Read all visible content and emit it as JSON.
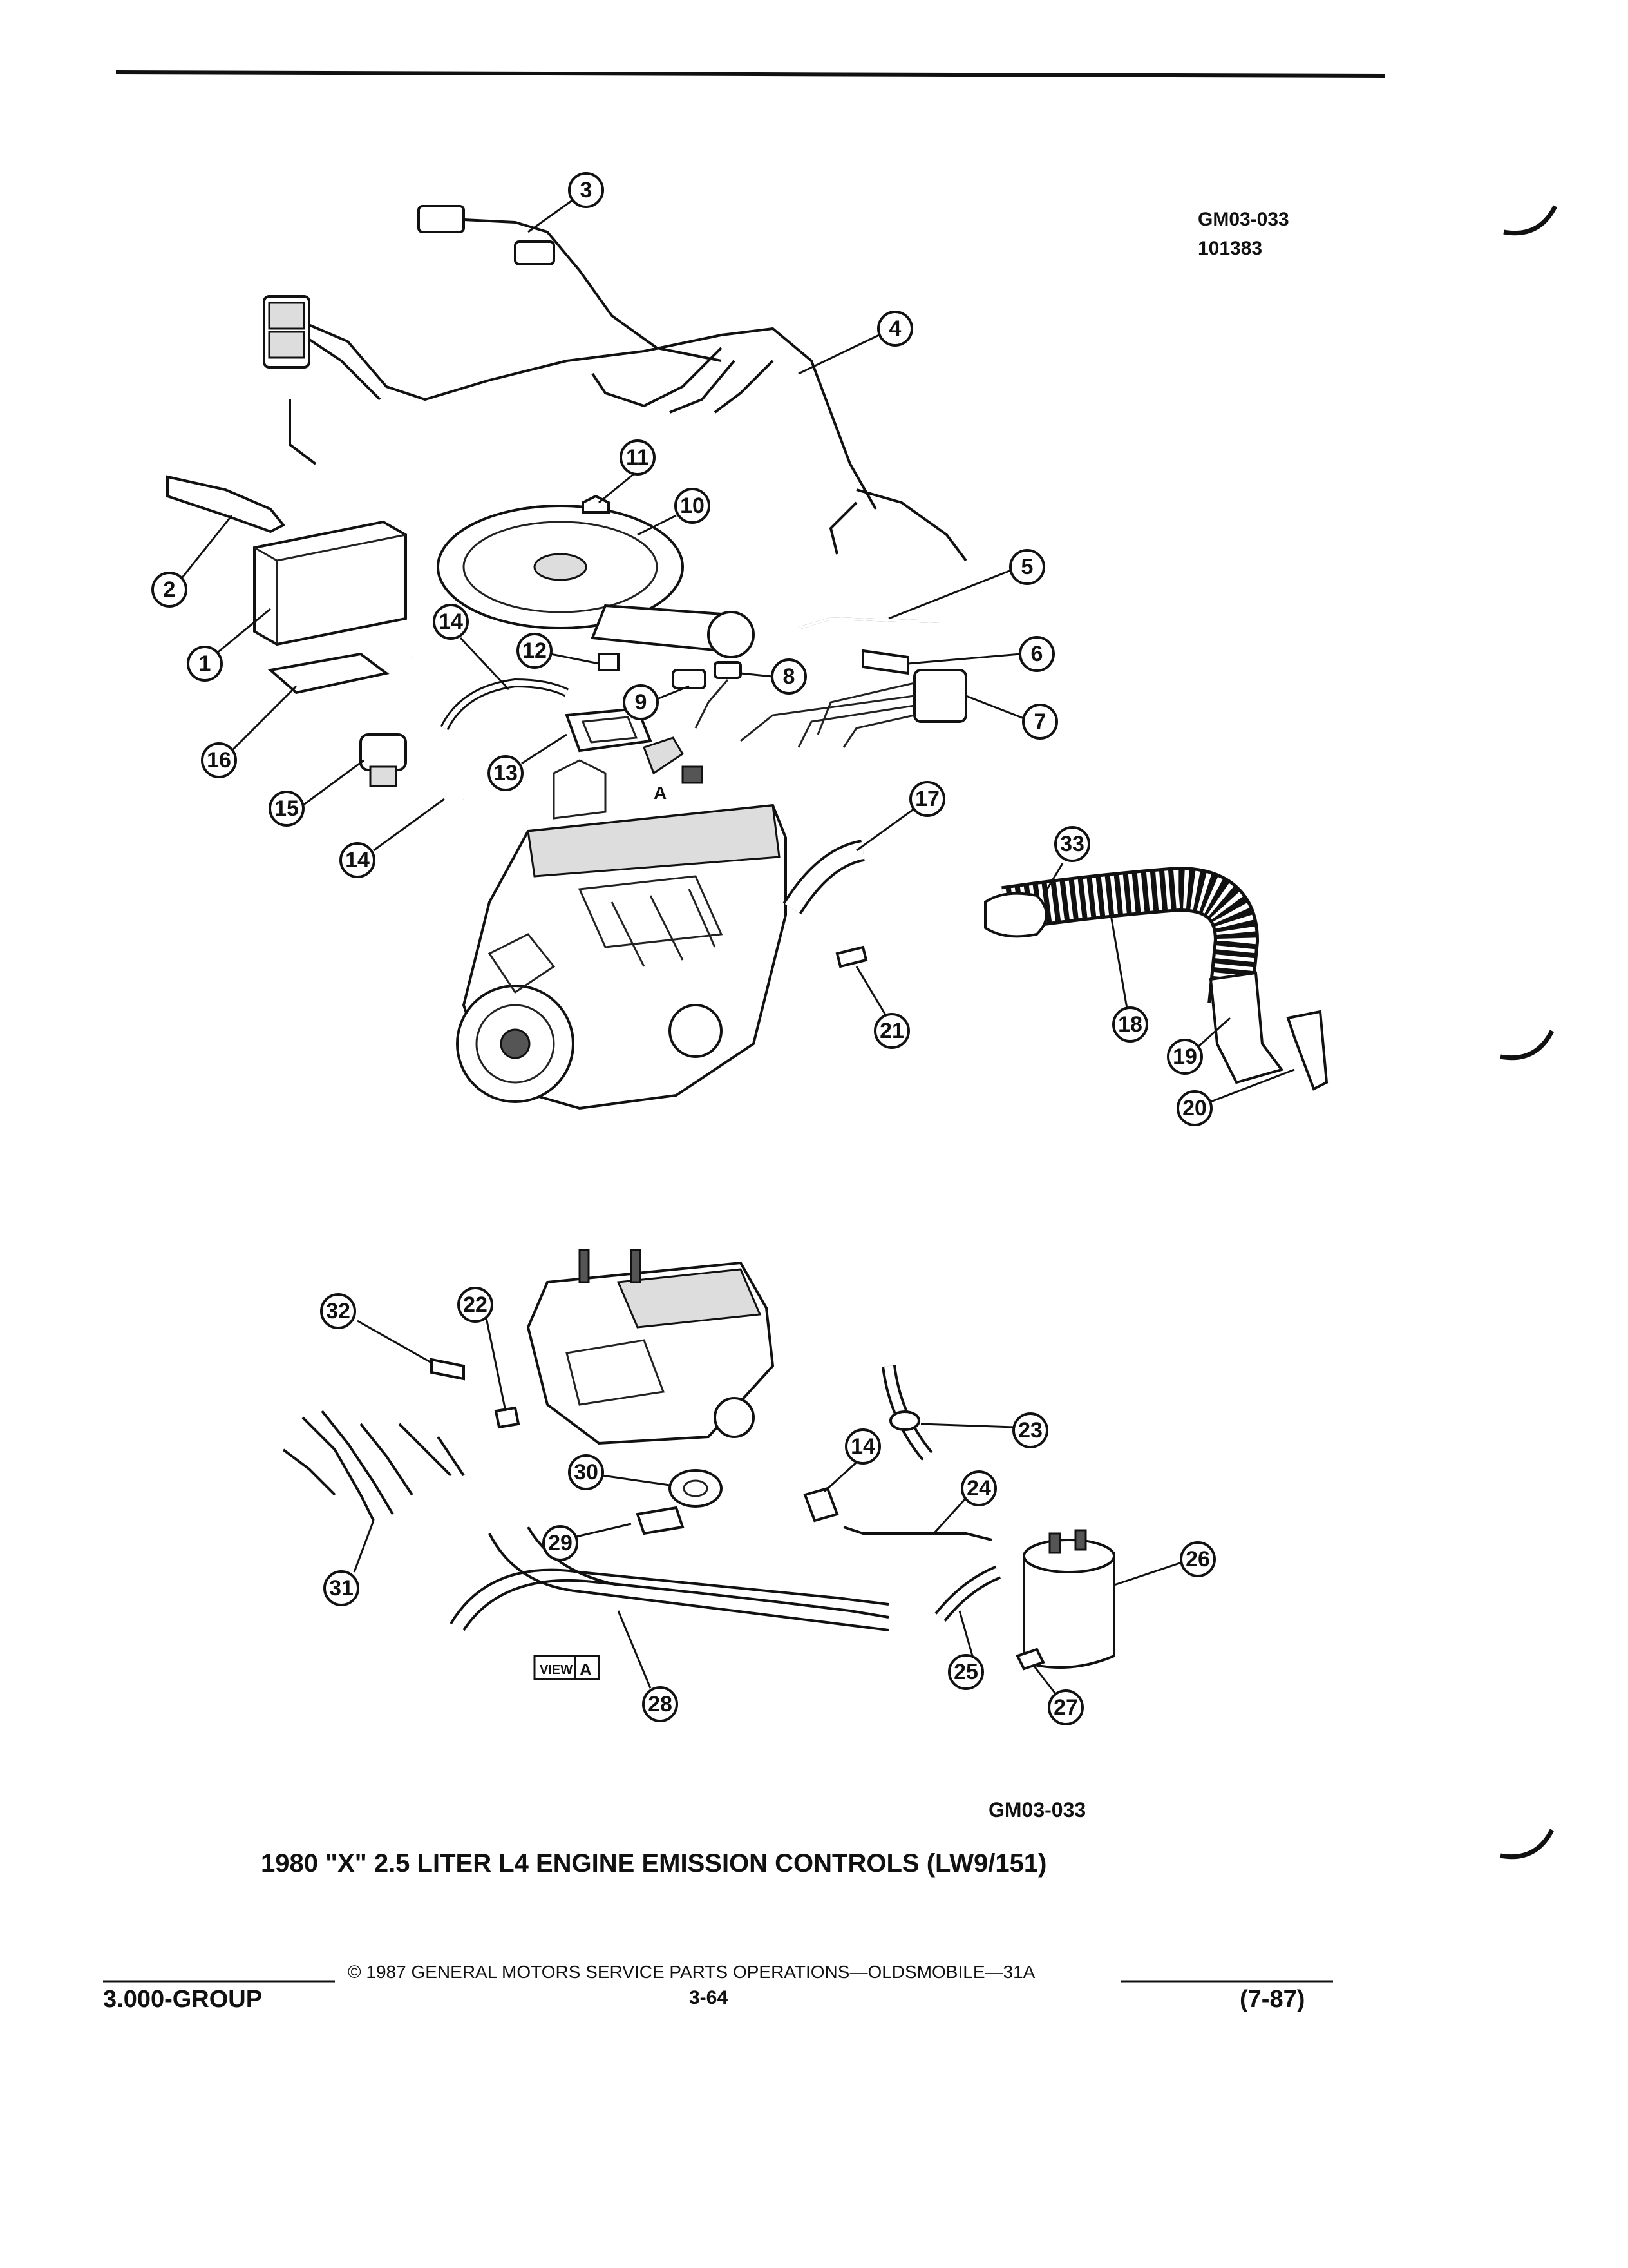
{
  "header": {
    "ref_code": "GM03-033",
    "ref_number": "101383"
  },
  "diagram": {
    "view_label_word": "VIEW",
    "view_label_letter": "A",
    "view_pointer_letter": "A",
    "bottom_ref_code": "GM03-033",
    "caption": "1980 \"X\" 2.5 LITER L4 ENGINE EMISSION CONTROLS (LW9/151)"
  },
  "callouts": [
    "1",
    "2",
    "3",
    "4",
    "5",
    "6",
    "7",
    "8",
    "9",
    "10",
    "11",
    "12",
    "13",
    "14",
    "14",
    "15",
    "16",
    "17",
    "18",
    "19",
    "20",
    "21",
    "33",
    "22",
    "23",
    "24",
    "25",
    "26",
    "27",
    "28",
    "29",
    "30",
    "31",
    "32",
    "14"
  ],
  "footer": {
    "group": "3.000-GROUP",
    "copyright": "© 1987 GENERAL MOTORS SERVICE PARTS OPERATIONS—OLDSMOBILE—31A",
    "page": "3-64",
    "date": "(7-87)"
  }
}
